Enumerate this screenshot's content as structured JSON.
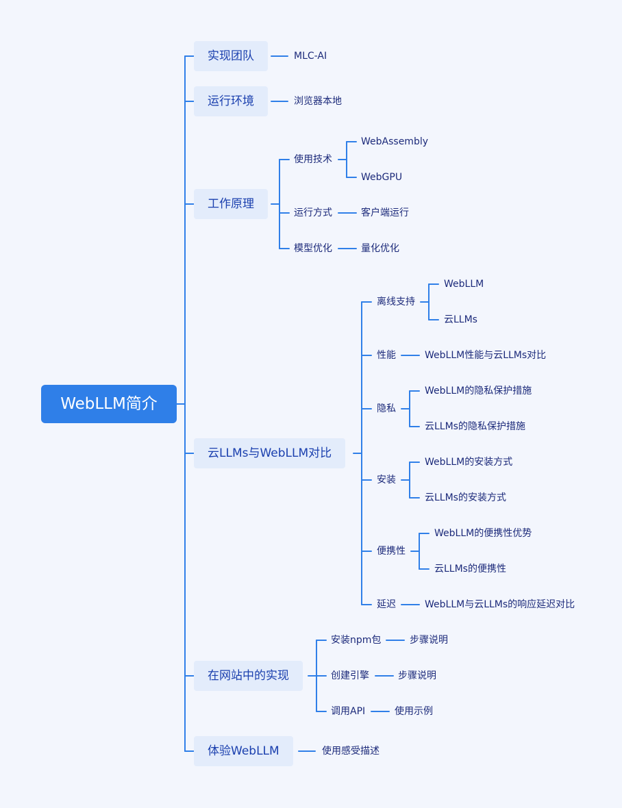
{
  "root": {
    "label": "WebLLM简介"
  },
  "team": {
    "label": "实现团队",
    "value": "MLC-AI"
  },
  "env": {
    "label": "运行环境",
    "value": "浏览器本地"
  },
  "principle": {
    "label": "工作原理",
    "tech": {
      "label": "使用技术",
      "items": [
        "WebAssembly",
        "WebGPU"
      ]
    },
    "mode": {
      "label": "运行方式",
      "value": "客户端运行"
    },
    "opt": {
      "label": "模型优化",
      "value": "量化优化"
    }
  },
  "compare": {
    "label": "云LLMs与WebLLM对比",
    "offline": {
      "label": "离线支持",
      "items": [
        "WebLLM",
        "云LLMs"
      ]
    },
    "perf": {
      "label": "性能",
      "value": "WebLLM性能与云LLMs对比"
    },
    "privacy": {
      "label": "隐私",
      "items": [
        "WebLLM的隐私保护措施",
        "云LLMs的隐私保护措施"
      ]
    },
    "install": {
      "label": "安装",
      "items": [
        "WebLLM的安装方式",
        "云LLMs的安装方式"
      ]
    },
    "portable": {
      "label": "便携性",
      "items": [
        "WebLLM的便携性优势",
        "云LLMs的便携性"
      ]
    },
    "latency": {
      "label": "延迟",
      "value": "WebLLM与云LLMs的响应延迟对比"
    }
  },
  "website": {
    "label": "在网站中的实现",
    "npm": {
      "label": "安装npm包",
      "value": "步骤说明"
    },
    "engine": {
      "label": "创建引擎",
      "value": "步骤说明"
    },
    "api": {
      "label": "调用API",
      "value": "使用示例"
    }
  },
  "experience": {
    "label": "体验WebLLM",
    "value": "使用感受描述"
  },
  "colors": {
    "accent": "#2f7fe8",
    "branch_bg": "#e3ecfb",
    "text": "#1c2a7a",
    "background": "#f3f6fd"
  }
}
